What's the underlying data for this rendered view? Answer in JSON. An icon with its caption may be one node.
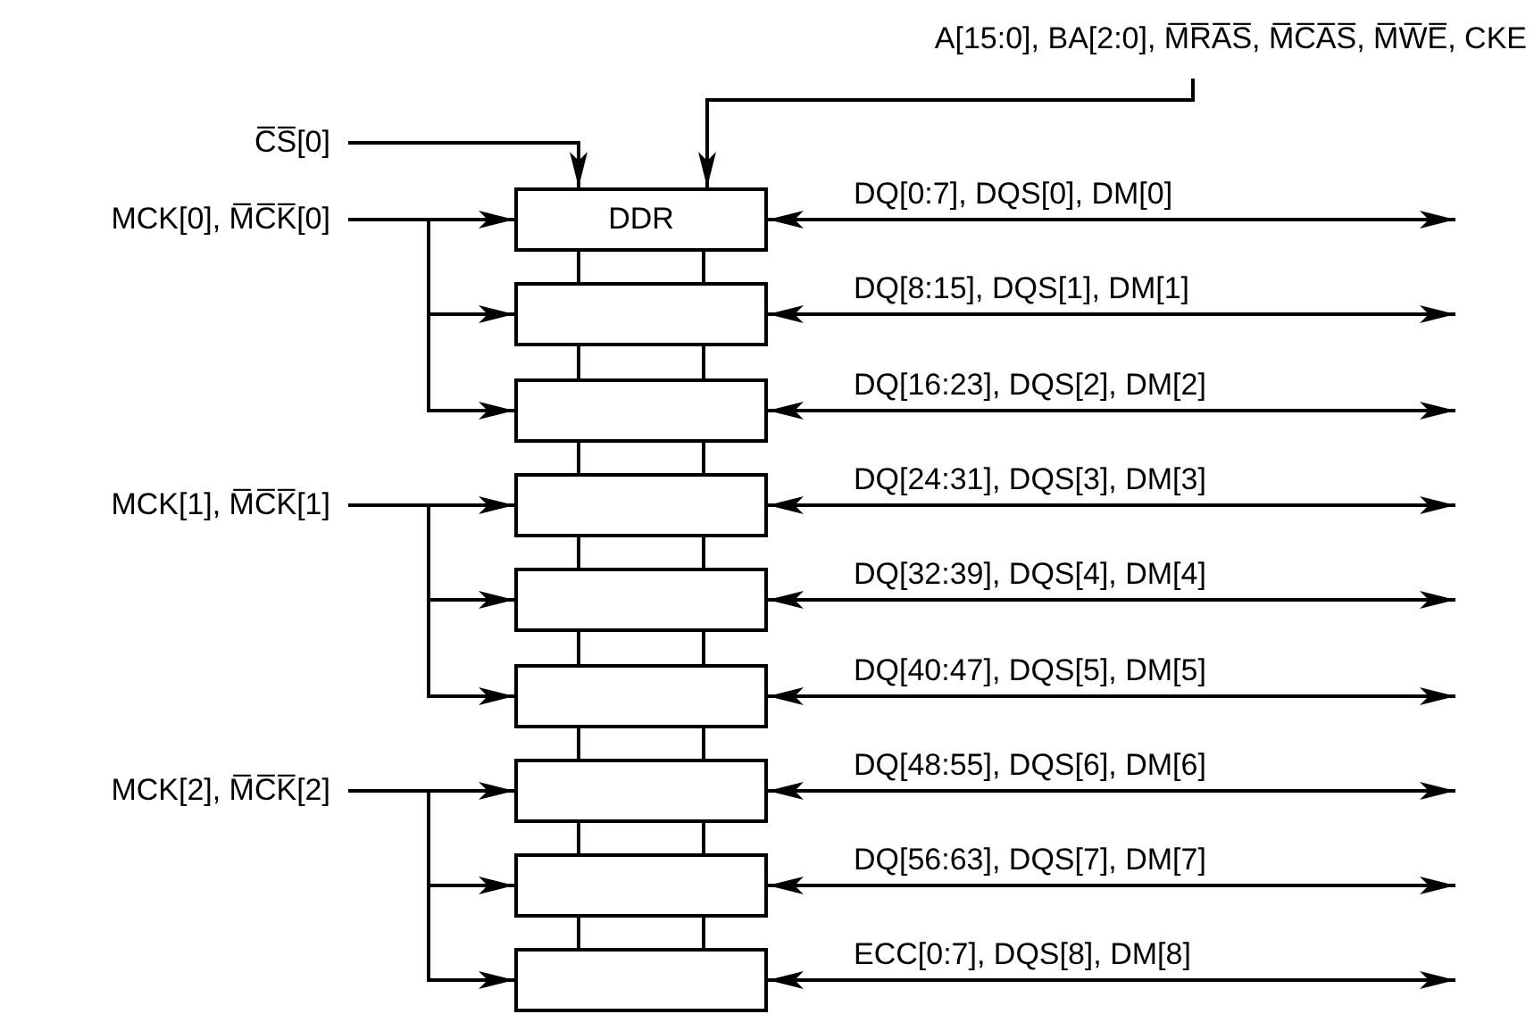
{
  "diagram": {
    "nodes": [
      {
        "text": [
          "C̅S̅[0]"
        ]
      },
      {
        "text": [
          "A[15:0], BA[2:0], M̅R̅A̅S̅, M̅C̅A̅S̅, M̅W̅E̅, CKE"
        ]
      },
      {
        "text": [
          "MCK[0], M̅C̅K̅[0]"
        ]
      },
      {
        "text": [
          "MCK[1], M̅C̅K̅[1]"
        ]
      },
      {
        "text": [
          "MCK[2], M̅C̅K̅[2]"
        ]
      },
      {
        "text": [
          "DDR"
        ]
      },
      {
        "text": [],
        "shape": "box"
      },
      {
        "text": [],
        "shape": "box"
      },
      {
        "text": [],
        "shape": "box"
      },
      {
        "text": [],
        "shape": "box"
      },
      {
        "text": [],
        "shape": "box"
      },
      {
        "text": [],
        "shape": "box"
      },
      {
        "text": [],
        "shape": "box"
      },
      {
        "text": [],
        "shape": "box"
      }
    ],
    "edges": [
      {
        "from": 0,
        "to": 5,
        "arrow": "to"
      },
      {
        "from": 1,
        "to": 5,
        "arrow": "to"
      },
      {
        "from": 2,
        "to": 5,
        "arrow": "to"
      },
      {
        "from": 2,
        "to": 6,
        "arrow": "to"
      },
      {
        "from": 2,
        "to": 7,
        "arrow": "to"
      },
      {
        "from": 3,
        "to": 8,
        "arrow": "to"
      },
      {
        "from": 3,
        "to": 9,
        "arrow": "to"
      },
      {
        "from": 3,
        "to": 10,
        "arrow": "to"
      },
      {
        "from": 4,
        "to": 11,
        "arrow": "to"
      },
      {
        "from": 4,
        "to": 12,
        "arrow": "to"
      },
      {
        "from": 4,
        "to": 13,
        "arrow": "to"
      },
      {
        "from": 5,
        "to": null,
        "arrow": "both",
        "label": "DQ[0:7], DQS[0], DM[0]"
      },
      {
        "from": 6,
        "to": null,
        "arrow": "both",
        "label": "DQ[8:15], DQS[1], DM[1]"
      },
      {
        "from": 7,
        "to": null,
        "arrow": "both",
        "label": "DQ[16:23], DQS[2], DM[2]"
      },
      {
        "from": 8,
        "to": null,
        "arrow": "both",
        "label": "DQ[24:31], DQS[3], DM[3]"
      },
      {
        "from": 9,
        "to": null,
        "arrow": "both",
        "label": "DQ[32:39], DQS[4], DM[4]"
      },
      {
        "from": 10,
        "to": null,
        "arrow": "both",
        "label": "DQ[40:47], DQS[5], DM[5]"
      },
      {
        "from": 11,
        "to": null,
        "arrow": "both",
        "label": "DQ[48:55], DQS[6], DM[6]"
      },
      {
        "from": 12,
        "to": null,
        "arrow": "both",
        "label": "DQ[56:63], DQS[7], DM[7]"
      },
      {
        "from": 13,
        "to": null,
        "arrow": "both",
        "label": "ECC[0:7], DQS[8], DM[8]"
      },
      {
        "from": 5,
        "to": 6,
        "arrow": "none"
      },
      {
        "from": 5,
        "to": 6,
        "arrow": "none"
      },
      {
        "from": 6,
        "to": 7,
        "arrow": "none"
      },
      {
        "from": 6,
        "to": 7,
        "arrow": "none"
      },
      {
        "from": 7,
        "to": 8,
        "arrow": "none"
      },
      {
        "from": 7,
        "to": 8,
        "arrow": "none"
      },
      {
        "from": 8,
        "to": 9,
        "arrow": "none"
      },
      {
        "from": 8,
        "to": 9,
        "arrow": "none"
      },
      {
        "from": 9,
        "to": 10,
        "arrow": "none"
      },
      {
        "from": 9,
        "to": 10,
        "arrow": "none"
      },
      {
        "from": 10,
        "to": 11,
        "arrow": "none"
      },
      {
        "from": 10,
        "to": 11,
        "arrow": "none"
      },
      {
        "from": 11,
        "to": 12,
        "arrow": "none"
      },
      {
        "from": 11,
        "to": 12,
        "arrow": "none"
      },
      {
        "from": 12,
        "to": 13,
        "arrow": "none"
      },
      {
        "from": 12,
        "to": 13,
        "arrow": "none"
      }
    ]
  }
}
